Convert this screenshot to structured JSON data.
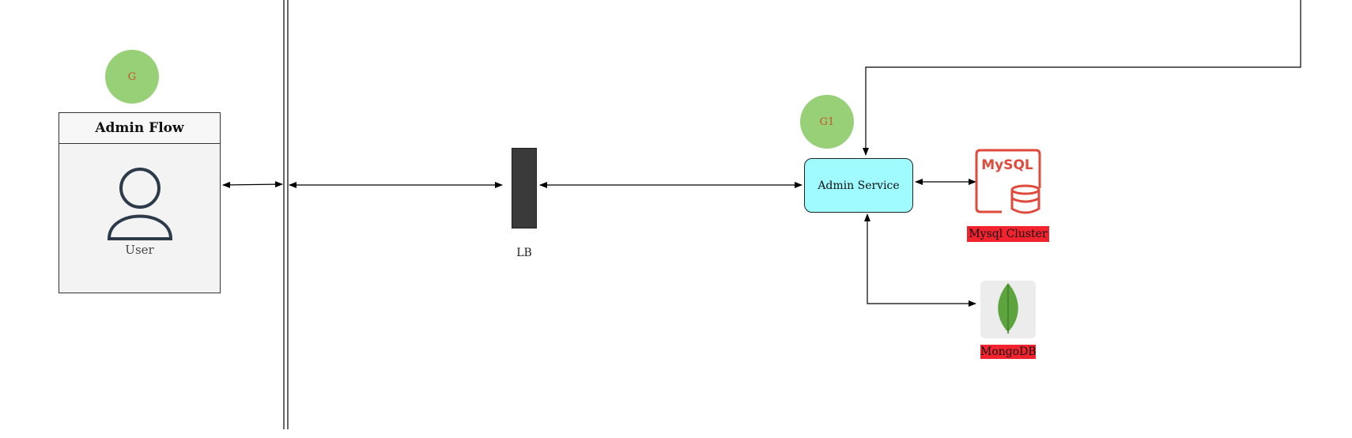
{
  "diagram": {
    "badges": {
      "g": "G",
      "g1": "G1"
    },
    "admin_flow": {
      "title": "Admin Flow",
      "user_label": "User"
    },
    "load_balancer": {
      "label": "LB"
    },
    "admin_service": {
      "label": "Admin Service"
    },
    "mysql": {
      "logo_text": "MySQL",
      "label": "Mysql Cluster"
    },
    "mongodb": {
      "label": "MongoDB"
    }
  },
  "colors": {
    "badge": "#97d077",
    "badge_text": "#c8542a",
    "service_fill": "#9ffbff",
    "db_label_fill": "#f0232f",
    "mysql_logo": "#e04a3c",
    "mongo_leaf": "#5ea43e",
    "lb_fill": "#3a3a3a"
  },
  "icons": [
    "user-icon",
    "mysql-icon",
    "mongodb-leaf-icon"
  ]
}
